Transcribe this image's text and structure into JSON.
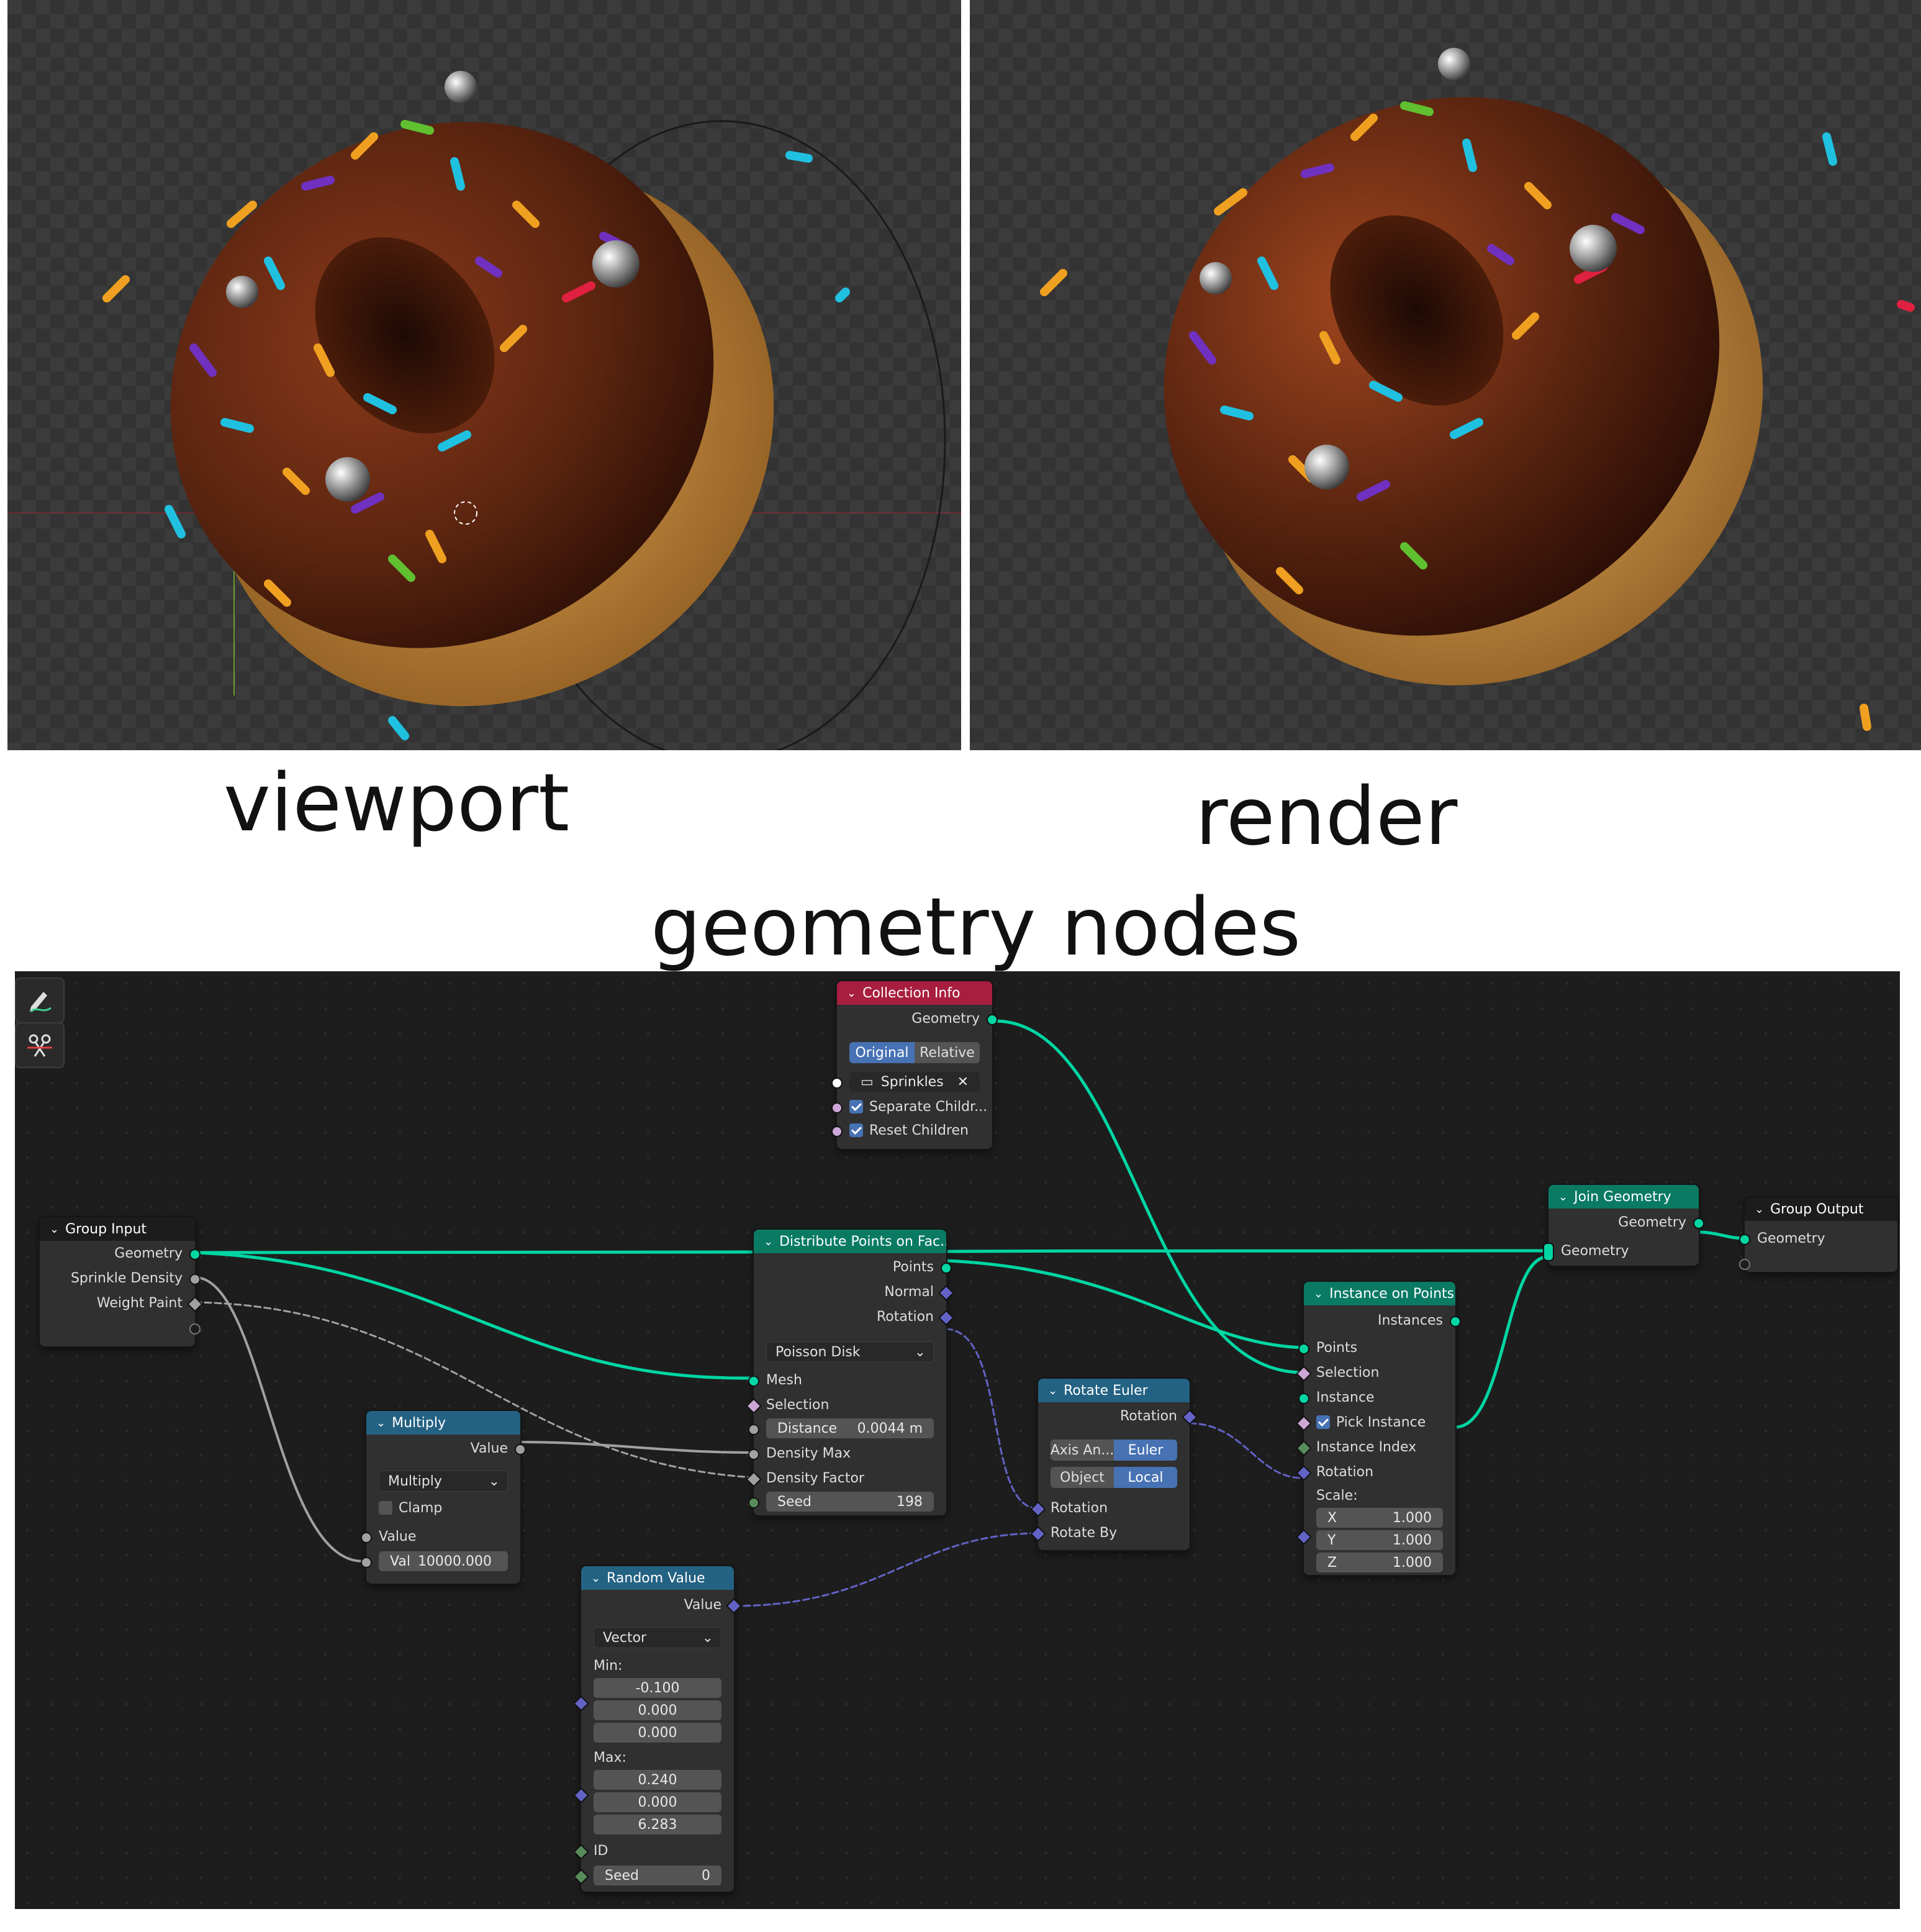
{
  "captions": {
    "viewport": "viewport",
    "render": "render",
    "geometry_nodes": "geometry nodes"
  },
  "colors": {
    "geometry_socket": "#00d6a3",
    "vector_socket": "#6363c7",
    "float_socket": "#a1a1a1",
    "bool_socket": "#cca6d6",
    "int_socket": "#598c5c",
    "header_geometry": "#0a7a63",
    "header_converter": "#246283",
    "header_collection": "#a81e3f",
    "accent_blue": "#4772b3",
    "icing": "#5a2410",
    "dough": "#c98a3e"
  },
  "toolbar": {
    "annotate_icon": "pencil-icon",
    "cut_links_icon": "scissors-icon"
  },
  "nodes": {
    "collection_info": {
      "title": "Collection Info",
      "geometry": "Geometry",
      "mode_original": "Original",
      "mode_relative": "Relative",
      "collection": "Sprinkles",
      "separate_children": "Separate Childr...",
      "reset_children": "Reset Children"
    },
    "group_input": {
      "title": "Group Input",
      "geometry": "Geometry",
      "sprinkle_density": "Sprinkle Density",
      "weight_paint": "Weight Paint"
    },
    "distribute": {
      "title": "Distribute Points on Fac...",
      "points": "Points",
      "normal": "Normal",
      "rotation": "Rotation",
      "method": "Poisson Disk",
      "mesh": "Mesh",
      "selection": "Selection",
      "distance_label": "Distance",
      "distance_value": "0.0044 m",
      "density_max": "Density Max",
      "density_factor": "Density Factor",
      "seed_label": "Seed",
      "seed_value": "198"
    },
    "multiply": {
      "title": "Multiply",
      "value_out": "Value",
      "operation": "Multiply",
      "clamp": "Clamp",
      "value_in": "Value",
      "val_label": "Val",
      "val_value": "10000.000"
    },
    "random_value": {
      "title": "Random Value",
      "value_out": "Value",
      "type": "Vector",
      "min_label": "Min:",
      "min": [
        "-0.100",
        "0.000",
        "0.000"
      ],
      "max_label": "Max:",
      "max": [
        "0.240",
        "0.000",
        "6.283"
      ],
      "id": "ID",
      "seed_label": "Seed",
      "seed_value": "0"
    },
    "rotate_euler": {
      "title": "Rotate Euler",
      "rotation_out": "Rotation",
      "type_axis": "Axis An...",
      "type_euler": "Euler",
      "space_object": "Object",
      "space_local": "Local",
      "rotation_in": "Rotation",
      "rotate_by": "Rotate By"
    },
    "instance_on_points": {
      "title": "Instance on Points",
      "instances": "Instances",
      "points": "Points",
      "selection": "Selection",
      "instance": "Instance",
      "pick_instance": "Pick Instance",
      "instance_index": "Instance Index",
      "rotation": "Rotation",
      "scale_label": "Scale:",
      "scale_x_label": "X",
      "scale_x": "1.000",
      "scale_y_label": "Y",
      "scale_y": "1.000",
      "scale_z_label": "Z",
      "scale_z": "1.000"
    },
    "join_geometry": {
      "title": "Join Geometry",
      "geometry_out": "Geometry",
      "geometry_in": "Geometry"
    },
    "group_output": {
      "title": "Group Output",
      "geometry": "Geometry"
    }
  }
}
